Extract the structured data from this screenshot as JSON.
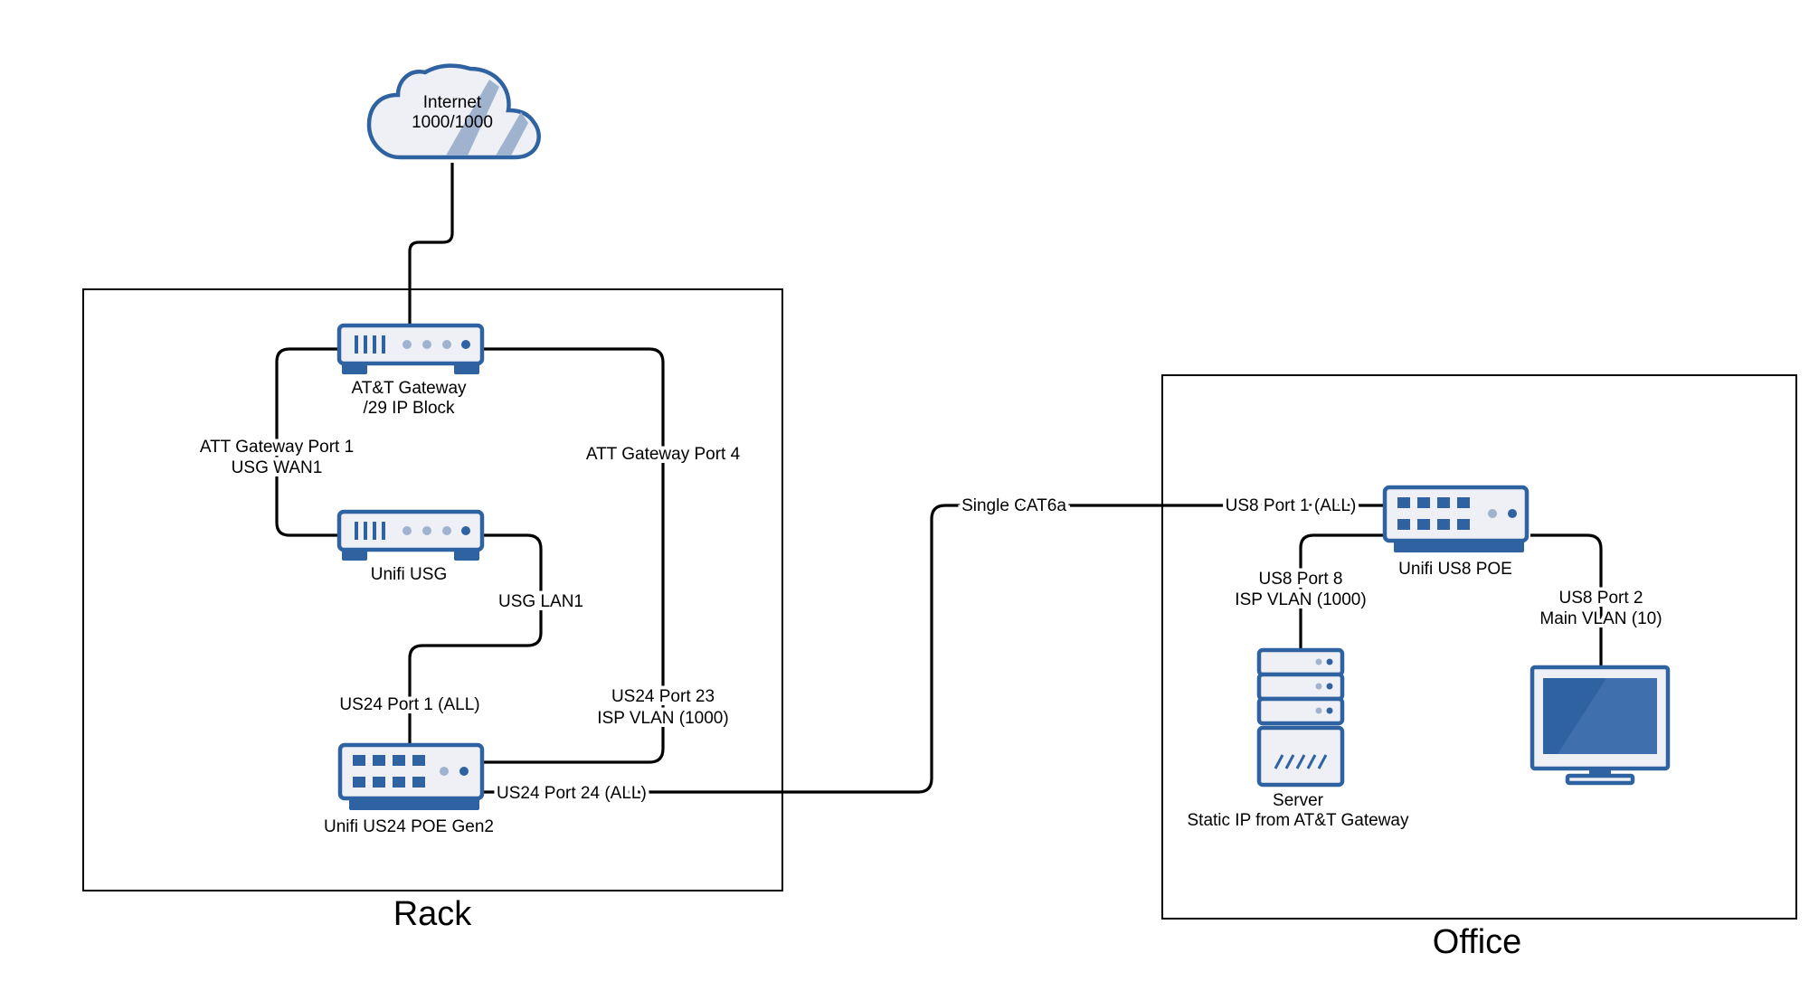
{
  "groups": {
    "rack": "Rack",
    "office": "Office"
  },
  "nodes": {
    "internet": {
      "icon": "cloud-icon",
      "line1": "Internet",
      "line2": "1000/1000"
    },
    "att_gateway": {
      "icon": "router-icon",
      "line1": "AT&T Gateway",
      "line2": "/29 IP Block"
    },
    "unifi_usg": {
      "icon": "router-icon",
      "line1": "Unifi USG"
    },
    "us24": {
      "icon": "switch-icon",
      "line1": "Unifi US24 POE Gen2"
    },
    "us8": {
      "icon": "switch-icon",
      "line1": "Unifi US8 POE"
    },
    "server": {
      "icon": "server-icon",
      "line1": "Server",
      "line2": "Static IP from AT&T Gateway"
    },
    "monitor": {
      "icon": "monitor-icon"
    }
  },
  "links": {
    "gw_usg": {
      "line1": "ATT Gateway Port 1",
      "line2": "USG WAN1"
    },
    "gw_port4": {
      "line1": "ATT Gateway Port 4"
    },
    "usg_lan": {
      "line1": "USG LAN1"
    },
    "us24_port1": {
      "line1": "US24 Port 1 (ALL)"
    },
    "us24_port23": {
      "line1": "US24 Port 23",
      "line2": "ISP VLAN (1000)"
    },
    "us24_port24": {
      "line1": "US24 Port 24 (ALL)"
    },
    "cat6a": {
      "line1": "Single CAT6a"
    },
    "us8_port1": {
      "line1": "US8 Port 1 (ALL)"
    },
    "us8_port8": {
      "line1": "US8 Port 8",
      "line2": "ISP VLAN (1000)"
    },
    "us8_port2": {
      "line1": "US8 Port 2",
      "line2": "Main VLAN (10)"
    }
  },
  "colors": {
    "device_stroke": "#2f62a0",
    "device_fill": "#eef0f5",
    "indicator_light": "#9fb3cf",
    "line": "#000000"
  }
}
